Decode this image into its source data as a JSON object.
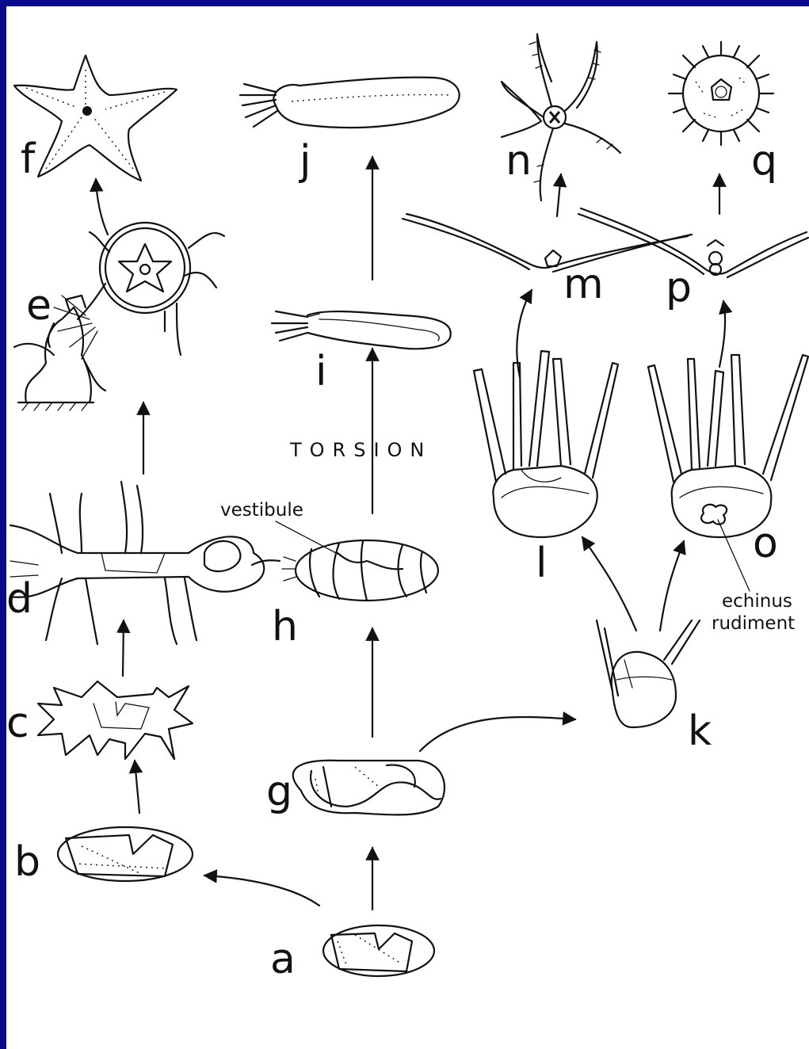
{
  "colors": {
    "frame": "#0a0a8c",
    "panel": "#ffffff",
    "ink": "#111111"
  },
  "labels": {
    "a": "a",
    "b": "b",
    "c": "c",
    "d": "d",
    "e": "e",
    "f": "f",
    "g": "g",
    "h": "h",
    "i": "i",
    "j": "j",
    "k": "k",
    "l": "l",
    "m": "m",
    "n": "n",
    "o": "o",
    "p": "p",
    "q": "q"
  },
  "annotations": {
    "torsion": "TORSION",
    "vestibule": "vestibule",
    "echinus": "echinus",
    "rudiment": "rudiment"
  }
}
